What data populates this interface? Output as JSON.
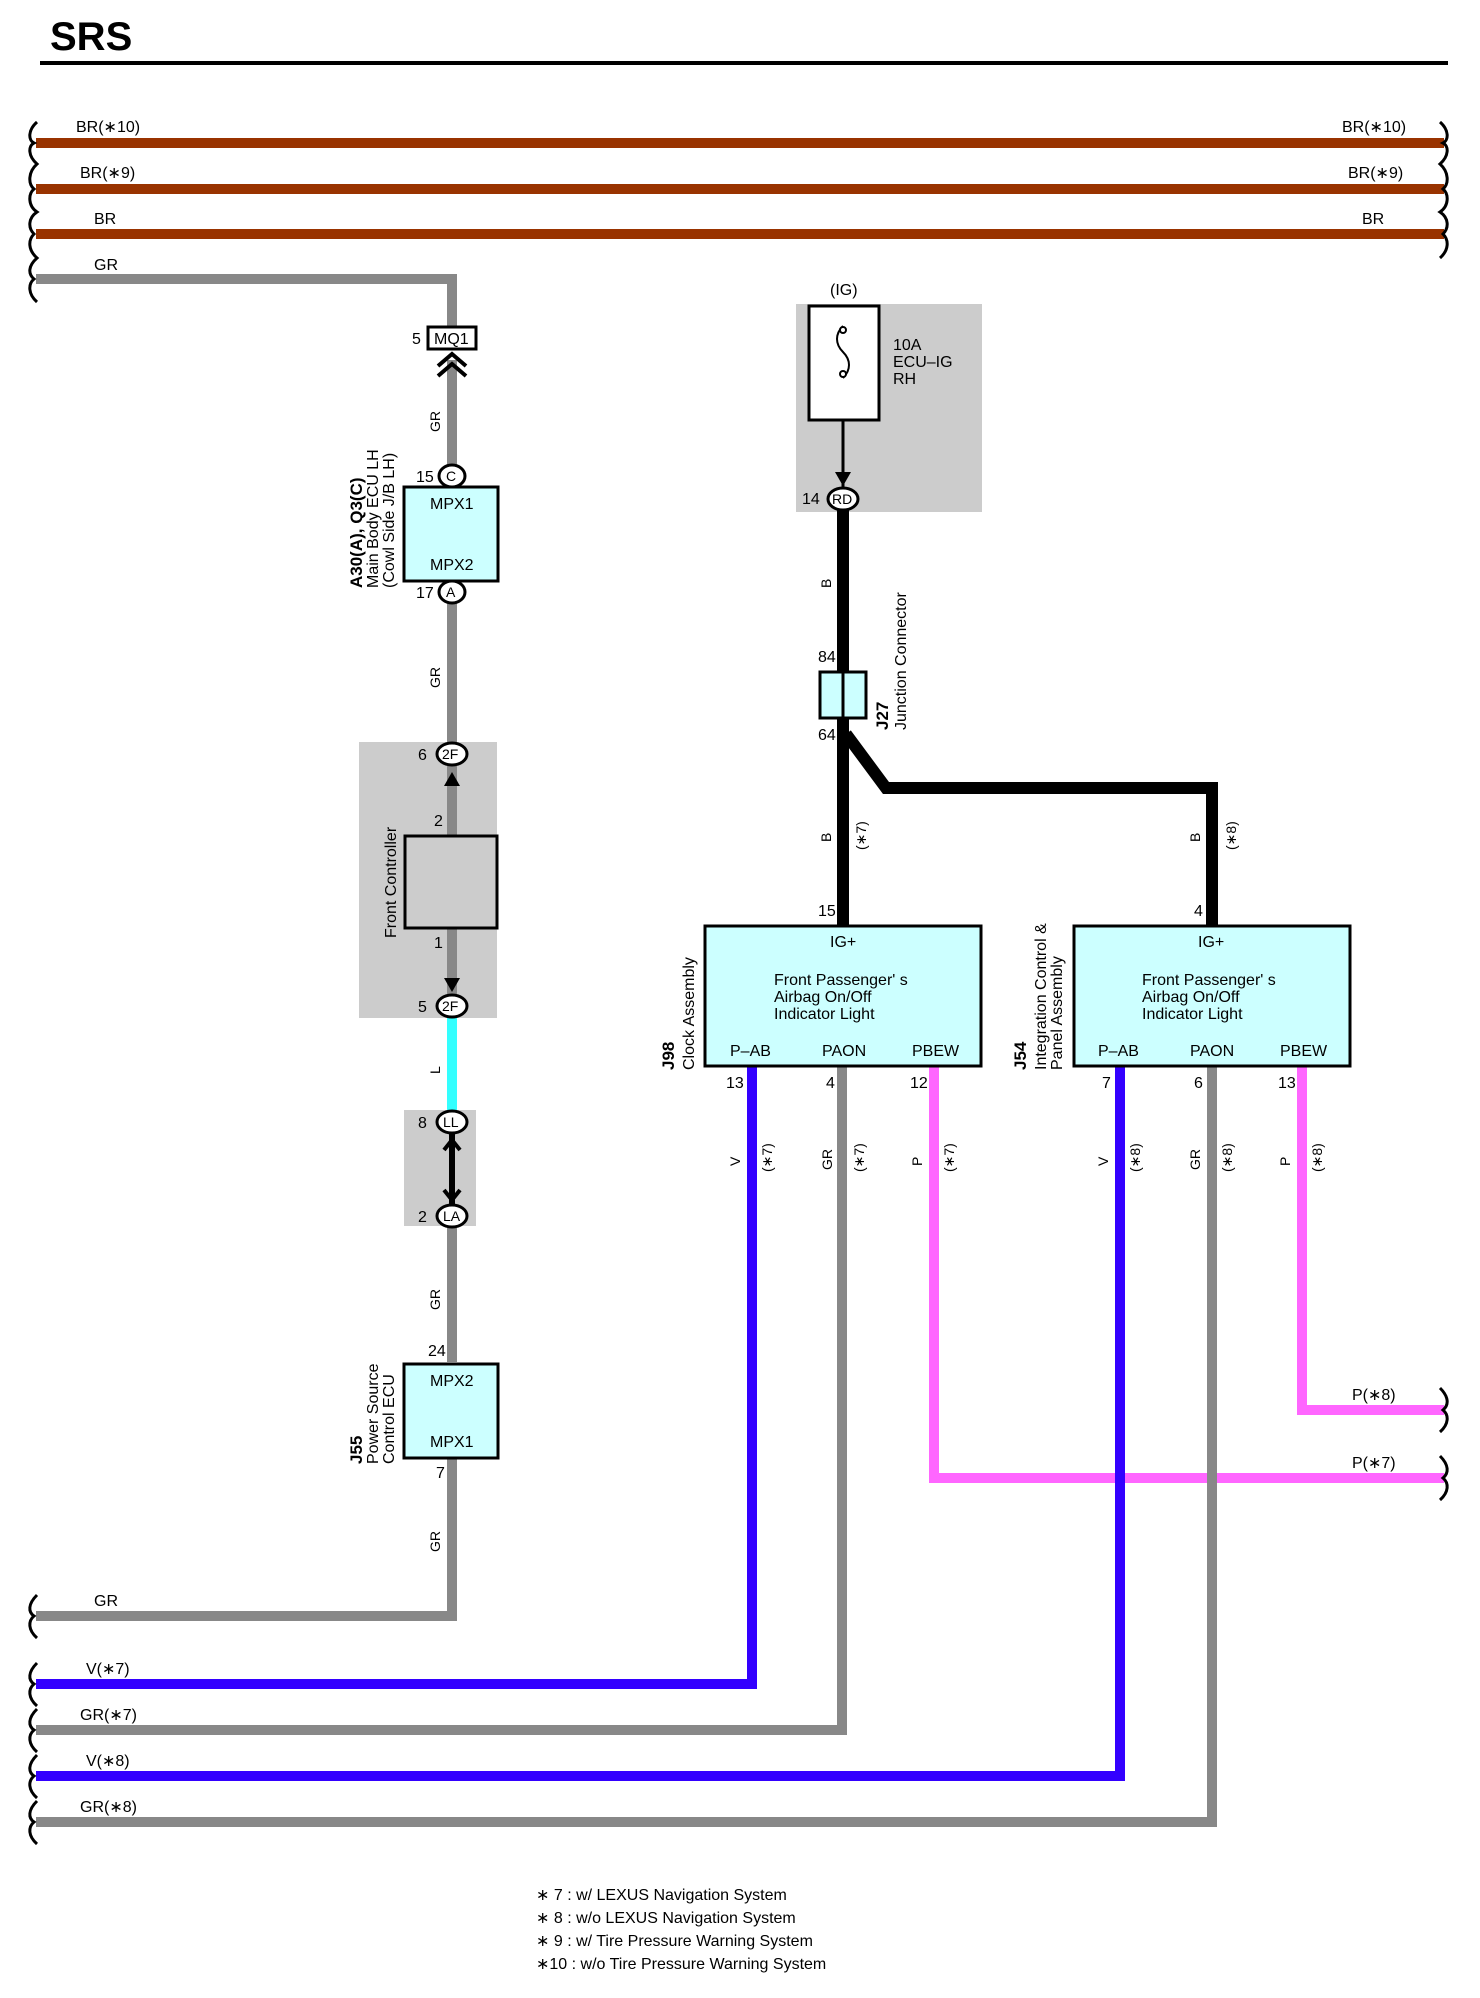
{
  "title": "SRS",
  "colors": {
    "BR": "#993300",
    "GR": "#888888",
    "B": "#000000",
    "L": "#33ffff",
    "V": "#3300ff",
    "P": "#ff66ff",
    "component_fill": "#ccffff",
    "shade": "#cccccc"
  },
  "bus_left": {
    "br10": "BR(∗10)",
    "br9": "BR(∗9)",
    "br": "BR",
    "gr": "GR"
  },
  "bus_right": {
    "br10": "BR(∗10)",
    "br9": "BR(∗9)",
    "br": "BR",
    "p8": "P(∗8)",
    "p7": "P(∗7)"
  },
  "bottom_left": {
    "gr": "GR",
    "v7": "V(∗7)",
    "gr7": "GR(∗7)",
    "v8": "V(∗8)",
    "gr8": "GR(∗8)"
  },
  "left_branch": {
    "mq1": {
      "pin": "5",
      "label": "MQ1"
    },
    "wire_gr_1": "GR",
    "main_body_ecu": {
      "id": "A30(A), Q3(C)",
      "name_line1": "Main Body ECU LH",
      "name_line2": "(Cowl Side J/B LH)",
      "pin_top": "15",
      "conn_top": "C",
      "pin_bottom": "17",
      "conn_bottom": "A",
      "term_top": "MPX1",
      "term_bottom": "MPX2"
    },
    "wire_gr_2": "GR",
    "front_controller": {
      "name": "Front Controller",
      "pin_top": "6",
      "conn_top": "2F",
      "inner_top": "2",
      "inner_bottom": "1",
      "pin_bottom": "5",
      "conn_bottom": "2F"
    },
    "wire_l": "L",
    "ll": {
      "pin": "8",
      "label": "LL"
    },
    "la": {
      "pin": "2",
      "label": "LA"
    },
    "wire_gr_3": "GR",
    "power_source_ecu": {
      "id": "J55",
      "name_line1": "Power Source",
      "name_line2": "Control ECU",
      "pin_top": "24",
      "term_top": "MPX2",
      "term_bottom": "MPX1",
      "pin_bottom": "7"
    },
    "wire_gr_4": "GR"
  },
  "ig_fuse": {
    "supply": "(IG)",
    "amp": "10A",
    "name1": "ECU–IG",
    "name2": "RH",
    "pin": "14",
    "conn": "RD"
  },
  "junction": {
    "wire_b": "B",
    "pin_top": "84",
    "pin_bottom": "64",
    "id": "J27",
    "name": "Junction Connector"
  },
  "j98": {
    "wire_b": "B",
    "wire_note": "(∗7)",
    "pin_ig": "15",
    "ig": "IG+",
    "line1": "Front Passenger' s",
    "line2": "Airbag On/Off",
    "line3": "Indicator Light",
    "id": "J98",
    "name": "Clock Assembly",
    "term1": "P–AB",
    "term2": "PAON",
    "term3": "PBEW",
    "pin1": "13",
    "pin2": "4",
    "pin3": "12",
    "w1": "V",
    "w2": "GR",
    "w3": "P",
    "note": "(∗7)"
  },
  "j54": {
    "wire_b": "B",
    "wire_note": "(∗8)",
    "pin_ig": "4",
    "ig": "IG+",
    "line1": "Front Passenger' s",
    "line2": "Airbag On/Off",
    "line3": "Indicator Light",
    "id": "J54",
    "name1": "Integration Control &",
    "name2": "Panel Assembly",
    "term1": "P–AB",
    "term2": "PAON",
    "term3": "PBEW",
    "pin1": "7",
    "pin2": "6",
    "pin3": "13",
    "w1": "V",
    "w2": "GR",
    "w3": "P",
    "note": "(∗8)"
  },
  "legend": [
    "∗ 7 : w/ LEXUS Navigation System",
    "∗ 8 : w/o LEXUS Navigation System",
    "∗ 9 : w/ Tire Pressure Warning System",
    "∗10 : w/o Tire Pressure Warning System"
  ]
}
